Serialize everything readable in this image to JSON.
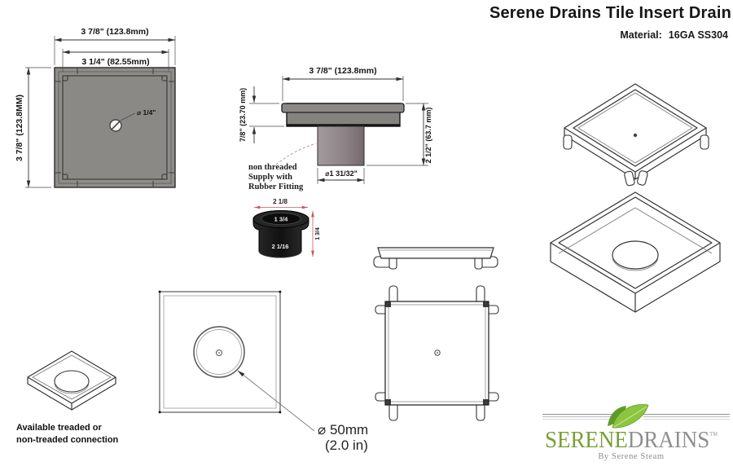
{
  "header": {
    "title": "Serene Drains Tile Insert Drain",
    "material_label": "Material:",
    "material_value": "16GA SS304"
  },
  "top_view": {
    "dim_outer": "3 7/8\" (123.8mm)",
    "dim_inner": "3 1/4\" (82.55mm)",
    "dim_left": "3 7/8\" (123.8MM)",
    "hole_label": "⌀ 1/4\""
  },
  "section_view": {
    "dim_width": "3 7/8\" (123.8mm)",
    "dim_lip": "7/8\" (23.70 mm)",
    "dim_height": "2 1/2\" (63.7 mm)",
    "dim_pipe": "⌀1 31/32\"",
    "note_line1": "non threaded",
    "note_line2": "Supply with",
    "note_line3": "Rubber Fitting"
  },
  "fitting": {
    "dim_top": "2 1/8",
    "dim_inner": "1 3/4",
    "dim_bottom": "2 1/16",
    "dim_side": "1 3/4"
  },
  "bottom_view": {
    "hole_label_line1": "⌀ 50mm",
    "hole_label_line2": "(2.0 in)"
  },
  "connection_note": {
    "line1": "Available treaded or",
    "line2": "non-treaded connection"
  },
  "logo": {
    "part1": "SERENE",
    "part2": "DRAINS",
    "tm": "TM",
    "tagline": "By Serene Steam"
  },
  "colors": {
    "frame-gray": "#8f8d8a",
    "plate-gray": "#8b8985",
    "flange-gray": "#858380",
    "pipe-light": "#a39a9e",
    "pipe-dark": "#756a6e",
    "fitting-black": "#1b1b1b",
    "dim-red": "#c65b5b",
    "logo-green": "#76a033",
    "logo-gray": "#8f8f8f",
    "leaf-light": "#8cc63e",
    "leaf-dark": "#5e9b28"
  }
}
